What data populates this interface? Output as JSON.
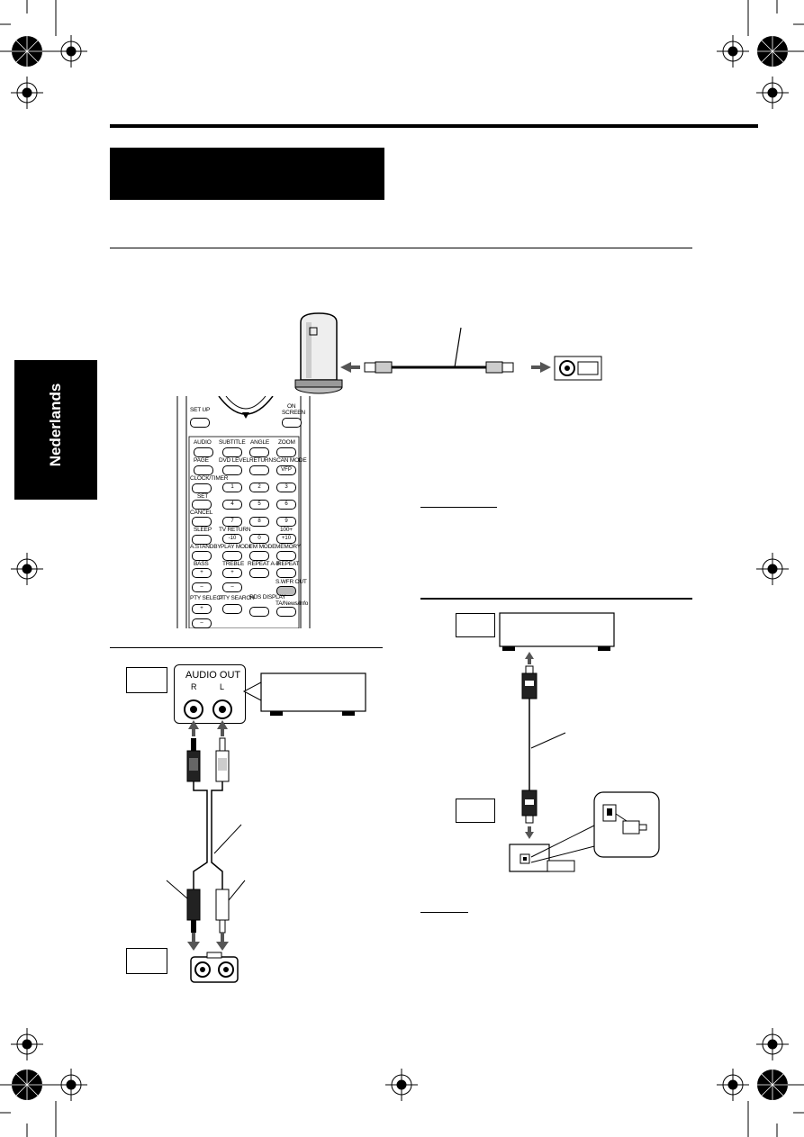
{
  "sidebar": {
    "language_tab": "Nederlands"
  },
  "remote": {
    "top": {
      "setup": "SET UP",
      "on_screen_1": "ON",
      "on_screen_2": "SCREEN"
    },
    "row1": [
      "AUDIO",
      "SUBTITLE",
      "ANGLE",
      "ZOOM"
    ],
    "row2": [
      "PAGE",
      "DVD LEVEL",
      "RETURN",
      "SCAN MODE"
    ],
    "vfp": "VFP",
    "clock_timer": "CLOCK/TIMER",
    "set": "SET",
    "cancel": "CANCEL",
    "sleep": "SLEEP",
    "tv_return": "TV RETURN",
    "hundred_plus": "100+",
    "minus10": "-10",
    "plus10": "+10",
    "digits": [
      "1",
      "2",
      "3",
      "4",
      "5",
      "6",
      "7",
      "8",
      "9",
      "0"
    ],
    "row_a": [
      "A.STANDBY",
      "PLAY MODE",
      "FM MODE",
      "MEMORY"
    ],
    "bass": "BASS",
    "treble": "TREBLE",
    "repeat_ab": "REPEAT A-B",
    "repeat": "REPEAT",
    "swfr_out": "S.WFR OUT",
    "row_b": [
      "PTY SELECT",
      "PTY SEARCH",
      "RDS DISPLAY",
      "TA/News/Info"
    ],
    "plus": "+",
    "minus": "–"
  },
  "audio_out": {
    "label": "AUDIO OUT",
    "r": "R",
    "l": "L"
  }
}
